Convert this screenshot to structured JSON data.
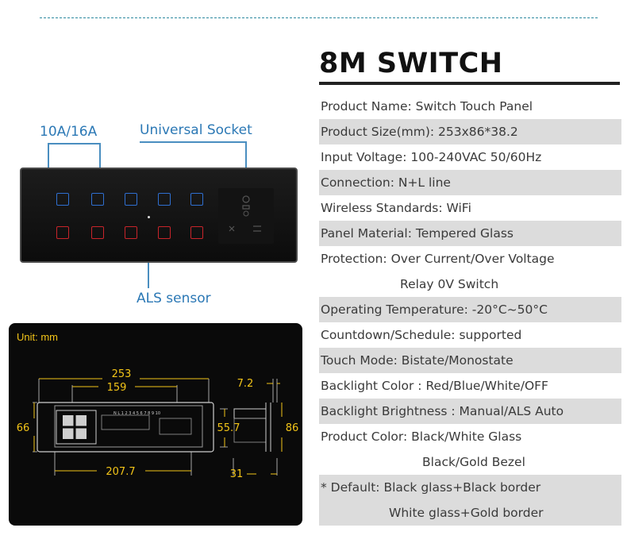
{
  "header": {
    "title": "8M SWITCH"
  },
  "specs": [
    "Product Name: Switch Touch Panel",
    "Product Size(mm): 253x86*38.2",
    "Input Voltage: 100-240VAC 50/60Hz",
    "Connection: N+L line",
    "Wireless Standards:  WiFi",
    "Panel Material: Tempered Glass",
    "Protection: Over Current/Over Voltage",
    "Relay 0V Switch",
    "Operating Temperature: -20°C~50°C",
    "Countdown/Schedule: supported",
    "Touch Mode: Bistate/Monostate",
    "Backlight Color : Red/Blue/White/OFF",
    "Backlight Brightness : Manual/ALS Auto",
    "Product Color: Black/White Glass",
    "Black/Gold Bezel",
    "* Default: Black glass+Black border",
    "White glass+Gold border"
  ],
  "callouts": {
    "rating": "10A/16A",
    "socket": "Universal Socket",
    "als": "ALS sensor"
  },
  "dimensions": {
    "unit": "Unit: mm",
    "width": "253",
    "inner_width": "159",
    "bottom_width": "207.7",
    "height": "66",
    "inner_height": "55.7",
    "depth_top": "7.2",
    "depth_bottom": "31",
    "side_height": "86",
    "board_text": "N L 1 2 3 4 5 6 7 8 9 10"
  },
  "colors": {
    "title": "#111111",
    "callout": "#2b78b5",
    "key_blue": "#2f6fd0",
    "key_red": "#c8242a",
    "dimension": "#f2c418",
    "row_shade": "#dcdcdc"
  }
}
